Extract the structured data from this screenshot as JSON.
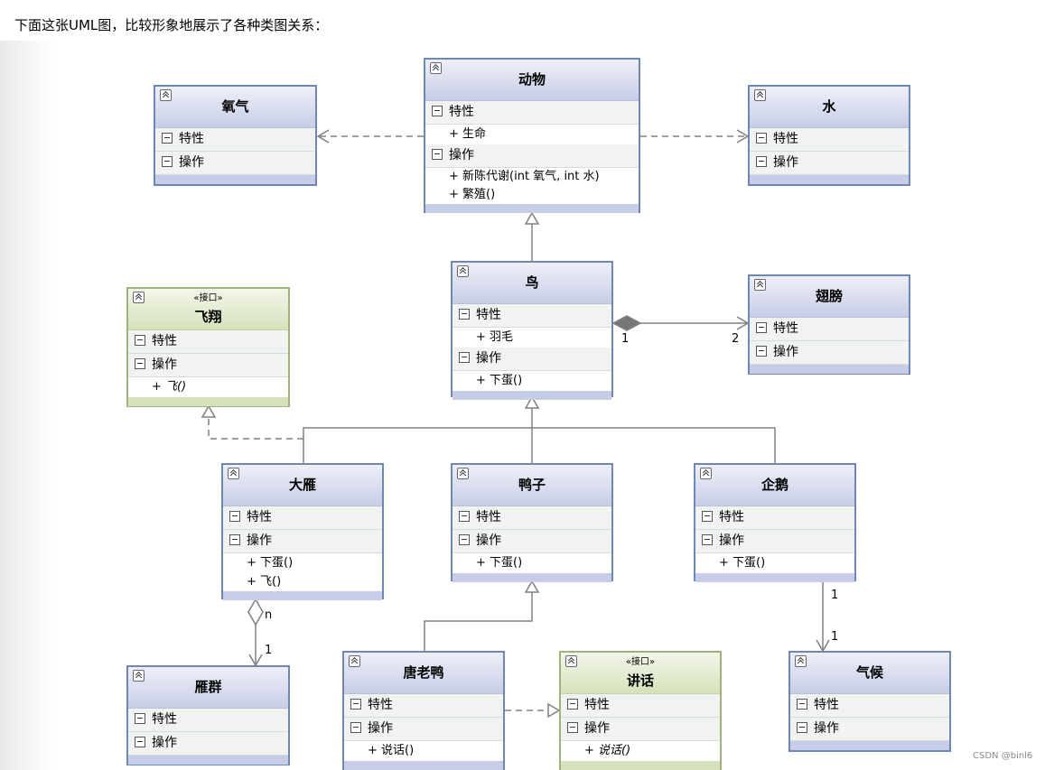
{
  "intro": "下面这张UML图，比较形象地展示了各种类图关系：",
  "labels": {
    "attributes": "特性",
    "operations": "操作"
  },
  "classes": {
    "yangqi": {
      "name": "氧气",
      "members": []
    },
    "dongwu": {
      "name": "动物",
      "attrs": [
        "+ 生命"
      ],
      "ops": [
        "+ 新陈代谢(int 氧气, int 水)",
        "+ 繁殖()"
      ]
    },
    "shui": {
      "name": "水",
      "members": []
    },
    "feixiang": {
      "stereotype": "«接口»",
      "name": "飞翔",
      "ops": [
        "+ 飞()"
      ]
    },
    "niao": {
      "name": "鸟",
      "attrs": [
        "+ 羽毛"
      ],
      "ops": [
        "+ 下蛋()"
      ]
    },
    "chibang": {
      "name": "翅膀",
      "members": []
    },
    "dayan": {
      "name": "大雁",
      "ops": [
        "+ 下蛋()",
        "+ 飞()"
      ]
    },
    "yazi": {
      "name": "鸭子",
      "ops": [
        "+ 下蛋()"
      ]
    },
    "qie": {
      "name": "企鹅",
      "ops": [
        "+ 下蛋()"
      ]
    },
    "yanqun": {
      "name": "雁群",
      "members": []
    },
    "tanglaoya": {
      "name": "唐老鸭",
      "ops": [
        "+ 说话()"
      ]
    },
    "jianghua": {
      "stereotype": "«接口»",
      "name": "讲话",
      "ops": [
        "+ 说话()"
      ]
    },
    "qihou": {
      "name": "气候",
      "members": []
    }
  },
  "multiplicities": {
    "niao_chibang_src": "1",
    "niao_chibang_dst": "2",
    "dayan_yanqun_src": "n",
    "dayan_yanqun_dst": "1",
    "qie_qihou_src": "1",
    "qie_qihou_dst": "1"
  },
  "colors": {
    "class_border": "#6f87b5",
    "interface_border": "#9eb37c",
    "line": "#7f7f7f",
    "dashed_line": "#808080"
  },
  "watermark": "CSDN @binl6"
}
